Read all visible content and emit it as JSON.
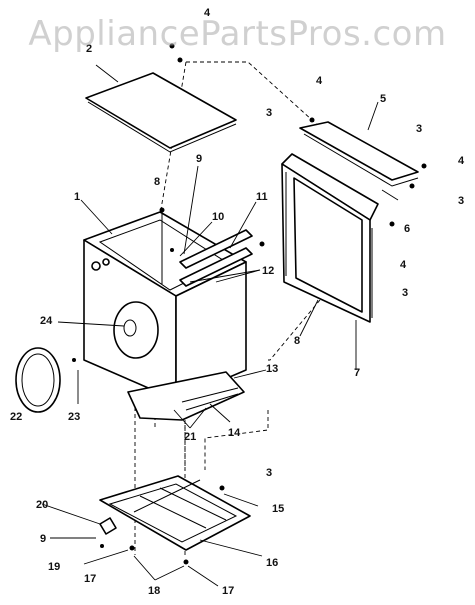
{
  "watermark": "AppliancePartsPros.com",
  "callouts": {
    "c1": "1",
    "c2": "2",
    "c3a": "3",
    "c3b": "3",
    "c3c": "3",
    "c3d": "3",
    "c3e": "3",
    "c4a": "4",
    "c4b": "4",
    "c4c": "4",
    "c4d": "4",
    "c5": "5",
    "c6": "6",
    "c7": "7",
    "c8a": "8",
    "c8b": "8",
    "c9a": "9",
    "c9b": "9",
    "c10": "10",
    "c11": "11",
    "c12": "12",
    "c13": "13",
    "c14": "14",
    "c15": "15",
    "c16": "16",
    "c17a": "17",
    "c17b": "17",
    "c18": "18",
    "c19": "19",
    "c20": "20",
    "c21": "21",
    "c22": "22",
    "c23": "23",
    "c24": "24"
  }
}
